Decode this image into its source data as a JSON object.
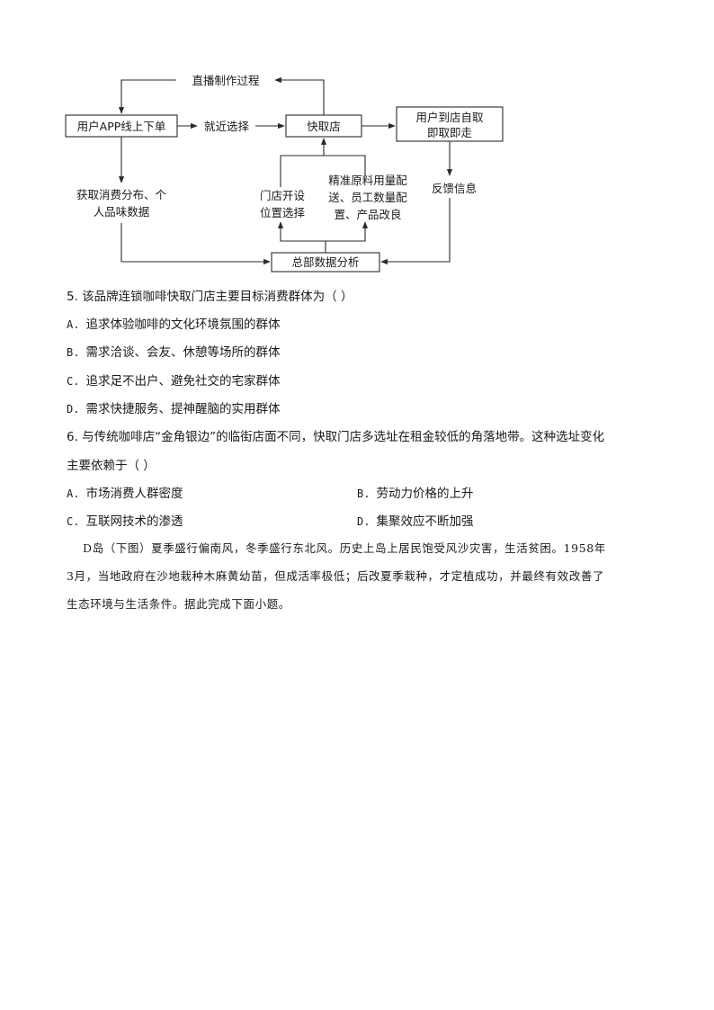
{
  "diagram": {
    "nodes": {
      "live": "直播制作过程",
      "order": "用户APP线上下单",
      "nearby": "就近选择",
      "pickup_store": "快取店",
      "self_pickup_line1": "用户到店自取",
      "self_pickup_line2": "即取即走",
      "consumption_line1": "获取消费分布、个",
      "consumption_line2": "人品味数据",
      "location_line1": "门店开设",
      "location_line2": "位置选择",
      "precision_line1": "精准原料用量配",
      "precision_line2": "送、员工数量配",
      "precision_line3": "置、产品改良",
      "feedback": "反馈信息",
      "hq": "总部数据分析"
    }
  },
  "questions": [
    {
      "stem": "5. 该品牌连锁咖啡快取门店主要目标消费群体为（     ）",
      "options": [
        {
          "letter": "A.",
          "text": "追求体验咖啡的文化环境氛围的群体"
        },
        {
          "letter": "B.",
          "text": "需求洽谈、会友、休憩等场所的群体"
        },
        {
          "letter": "C.",
          "text": "追求足不出户、避免社交的宅家群体"
        },
        {
          "letter": "D.",
          "text": "需求快捷服务、提神醒脑的实用群体"
        }
      ]
    },
    {
      "stem_line1": "6. 与传统咖啡店“金角银边”的临街店面不同，快取门店多选址在租金较低的角落地带。这种选址变化",
      "stem_line2": "主要依赖于（     ）",
      "options": [
        {
          "letter": "A.",
          "text": "市场消费人群密度"
        },
        {
          "letter": "B.",
          "text": "劳动力价格的上升"
        },
        {
          "letter": "C.",
          "text": "互联网技术的渗透"
        },
        {
          "letter": "D.",
          "text": "集聚效应不断加强"
        }
      ]
    }
  ],
  "passage": {
    "line1": "D岛（下图）夏季盛行偏南风，冬季盛行东北风。历史上岛上居民饱受风沙灾害，生活贫困。1958年",
    "line2": "3月，当地政府在沙地栽种木麻黄幼苗，但成活率极低；后改夏季栽种，才定植成功，并最终有效改善了",
    "line3": "生态环境与生活条件。据此完成下面小题。"
  }
}
